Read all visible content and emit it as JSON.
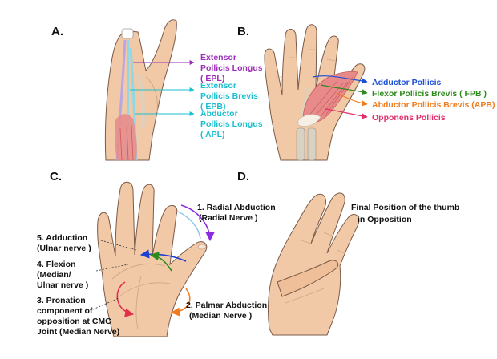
{
  "panels": {
    "a": "A.",
    "b": "B.",
    "c": "C.",
    "d": "D."
  },
  "panel_a": {
    "labels": [
      {
        "lines": [
          "Extensor",
          "Pollicis Longus",
          "( EPL)"
        ],
        "color": "#9b2fb5"
      },
      {
        "lines": [
          "Extensor",
          "Pollicis Brevis",
          "( EPB)"
        ],
        "color": "#1bbfcf"
      },
      {
        "lines": [
          "Abductor",
          "Pollicis Longus",
          "( APL)"
        ],
        "color": "#1bbfcf"
      }
    ]
  },
  "panel_b": {
    "labels": [
      {
        "text": "Adductor Pollicis",
        "color": "#1d4fd6"
      },
      {
        "text": "Flexor Pollicis Brevis ( FPB )",
        "color": "#2f8a1e"
      },
      {
        "text": "Abductor Pollicis Brevis (APB)",
        "color": "#f07c1e"
      },
      {
        "text": "Opponens Pollicis",
        "color": "#e0306a"
      }
    ]
  },
  "panel_c": {
    "labels": [
      {
        "lines": [
          "1. Radial Abduction",
          "(Radial Nerve )"
        ]
      },
      {
        "lines": [
          "5. Adduction",
          "(Ulnar nerve )"
        ]
      },
      {
        "lines": [
          "4. Flexion",
          "(Median/",
          "Ulnar nerve )"
        ]
      },
      {
        "lines": [
          "3. Pronation",
          "component of",
          "opposition at CMC",
          "Joint (Median Nerve)"
        ]
      },
      {
        "lines": [
          "2. Palmar Abduction",
          "(Median Nerve )"
        ]
      }
    ],
    "arrow_colors": {
      "radial_abduction": "#8a2be2",
      "adduction": "#1d3fd6",
      "flexion": "#2f8a1e",
      "pronation": "#e0304a",
      "palmar_abduction": "#f07c1e"
    }
  },
  "panel_d": {
    "lines": [
      "Final Position of the thumb",
      "in Opposition"
    ]
  },
  "colors": {
    "skin": "#f2c9a6",
    "skin_outline": "#7a5a48",
    "bone": "#d8d2c4",
    "muscle": "#e98a8a",
    "muscle_dark": "#d35f62"
  }
}
